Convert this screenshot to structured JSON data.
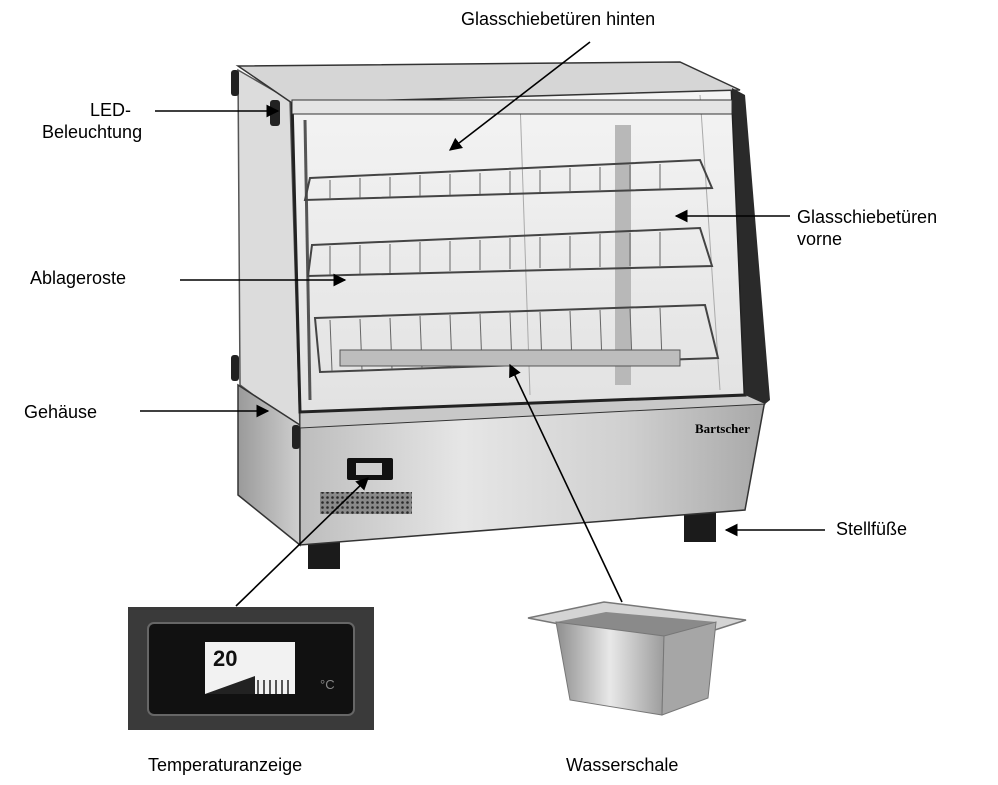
{
  "labels": {
    "glass_rear": "Glasschiebetüren hinten",
    "led_line1": "LED-",
    "led_line2": "Beleuchtung",
    "glass_front_line1": "Glasschiebetüren",
    "glass_front_line2": "vorne",
    "shelves": "Ablageroste",
    "housing": "Gehäuse",
    "feet": "Stellfüße",
    "temp_display": "Temperaturanzeige",
    "water_tray": "Wasserschale"
  },
  "brand_logo": "Bartscher",
  "thermometer": {
    "reading": "20",
    "unit": "°C"
  },
  "colors": {
    "steel_light": "#d9d9d9",
    "steel_dark": "#8c8c8c",
    "trim": "#1a1a1a",
    "glass": "#eeeeee"
  }
}
